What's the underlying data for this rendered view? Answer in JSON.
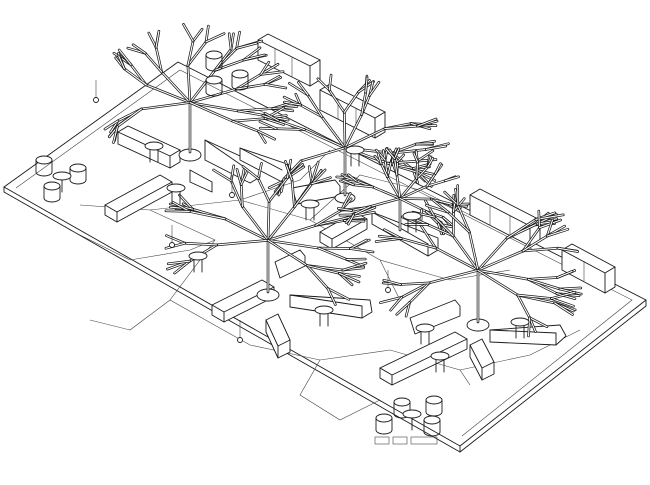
{
  "diagram": {
    "sign_text": "",
    "style": "isometric line drawing",
    "stroke_color": "#1a1a1a",
    "background_color": "#ffffff"
  },
  "trees": [
    {
      "id": "tree-northwest"
    },
    {
      "id": "tree-northeast"
    },
    {
      "id": "tree-center"
    },
    {
      "id": "tree-east"
    },
    {
      "id": "tree-southeast"
    }
  ]
}
